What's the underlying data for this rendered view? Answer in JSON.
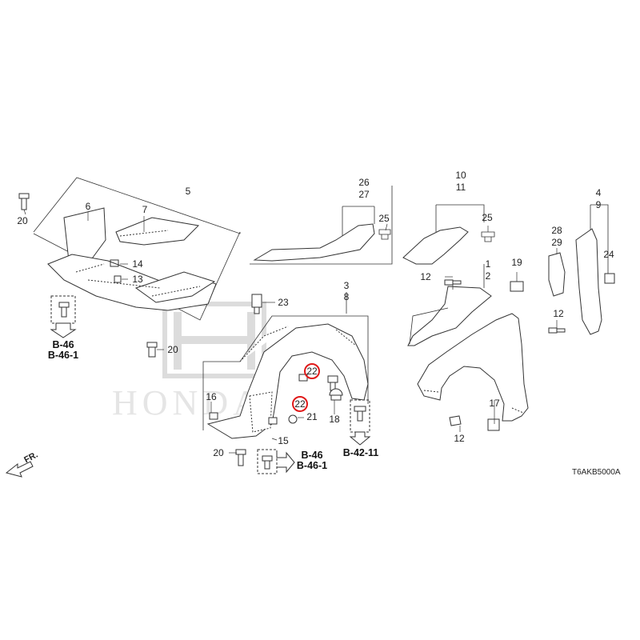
{
  "diagram": {
    "callouts": {
      "c1": "1",
      "c2": "2",
      "c3": "3",
      "c4": "4",
      "c5": "5",
      "c6": "6",
      "c7": "7",
      "c8": "8",
      "c9": "9",
      "c10": "10",
      "c11": "11",
      "c12a": "12",
      "c12b": "12",
      "c12c": "12",
      "c13": "13",
      "c14": "14",
      "c15": "15",
      "c16": "16",
      "c17": "17",
      "c18": "18",
      "c19": "19",
      "c20a": "20",
      "c20b": "20",
      "c20c": "20",
      "c21": "21",
      "c22a": "22",
      "c22b": "22",
      "c23": "23",
      "c24": "24",
      "c25a": "25",
      "c25b": "25",
      "c26": "26",
      "c27": "27",
      "c28": "28",
      "c29": "29"
    },
    "references": {
      "left_a": "B-46",
      "left_b": "B-46-1",
      "mid_a": "B-46",
      "mid_b": "B-46-1",
      "right_a": "B-42-11"
    },
    "direction_label": "FR.",
    "diagram_code": "T6AKB5000A",
    "watermark_text": "HONDA",
    "highlight_color": "#e01a1a",
    "line_color": "#333333"
  }
}
